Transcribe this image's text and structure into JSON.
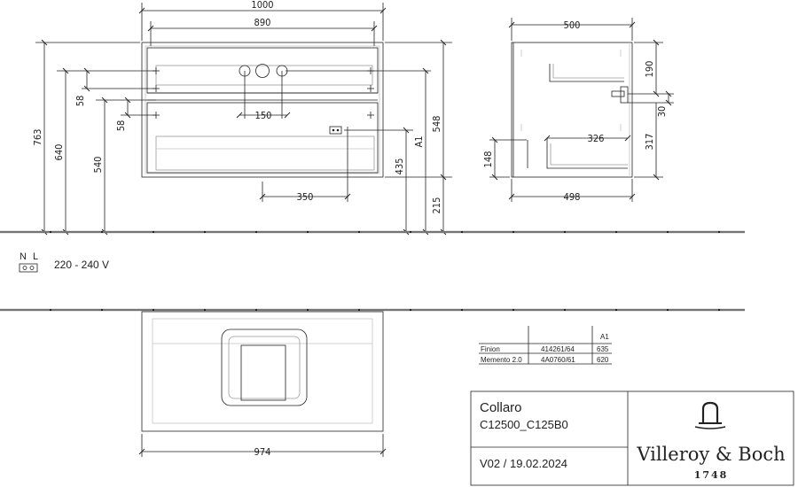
{
  "front_view": {
    "dims": {
      "overall_width": "1000",
      "inner_width": "890",
      "hole_spacing": "150",
      "socket_offset": "350",
      "height_total": "763",
      "height_top_drawer": "640",
      "height_bottom_drawer": "540",
      "gap_top": "58",
      "gap_bottom": "58",
      "body_height": "548",
      "a1_label": "A1",
      "socket_height": "435",
      "floor_clearance": "215"
    }
  },
  "side_view": {
    "dims": {
      "depth_top": "500",
      "depth_bottom": "498",
      "inner_depth": "326",
      "drain_height": "190",
      "drain_size": "30",
      "drawer_height": "317",
      "left_height": "148"
    }
  },
  "plan_view": {
    "dims": {
      "width": "974"
    }
  },
  "electrical": {
    "n_label": "N",
    "l_label": "L",
    "voltage": "220 - 240 V"
  },
  "a1_table": {
    "header": "A1",
    "rows": [
      {
        "name": "Finion",
        "code": "414261/64",
        "value": "635"
      },
      {
        "name": "Memento 2.0",
        "code": "4A0760/61",
        "value": "620"
      }
    ]
  },
  "title_block": {
    "product": "Collaro",
    "code": "C12500_C125B0",
    "version": "V02 / 19.02.2024",
    "brand": "Villeroy & Boch",
    "year": "1748"
  }
}
